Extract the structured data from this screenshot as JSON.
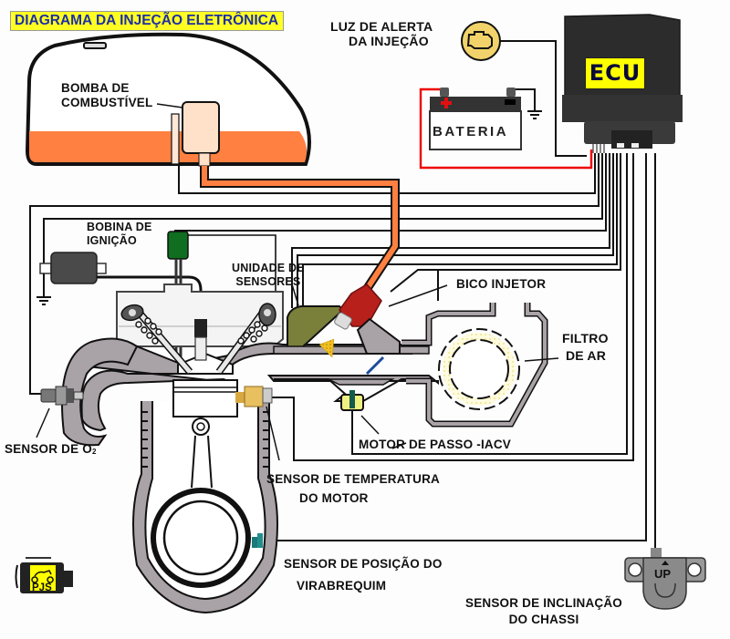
{
  "title": "DIAGRAMA DA INJEÇÃO ELETRÔNICA",
  "colors": {
    "title_bg": "#ffff22",
    "title_text": "#1d2fa6",
    "fuel": "#ff8040",
    "battery_positive_wire": "#ff0000",
    "ecu_label_bg": "#ffff00",
    "engine_gray": "#a9a2a6",
    "coil_green": "#0f6e1f",
    "injector_red": "#b8201c",
    "sensor_unit_olive": "#7a7f3a",
    "warning_light": "#f2d36b"
  },
  "labels": {
    "warning_light_line1": "LUZ DE ALERTA",
    "warning_light_line2": "DA  INJEÇÃO",
    "ecu": "ECU",
    "battery": "BATERIA",
    "fuel_pump_line1": "BOMBA DE",
    "fuel_pump_line2": "COMBUSTÍVEL",
    "ignition_coil_line1": "BOBINA DE",
    "ignition_coil_line2": "IGNIÇÃO",
    "sensor_unit_line1": "UNIDADE DE",
    "sensor_unit_line2": "SENSORES",
    "injector": "BICO INJETOR",
    "air_filter_line1": "FILTRO",
    "air_filter_line2": "DE AR",
    "o2_sensor_prefix": "SENSOR DE O",
    "o2_sensor_sub": "2",
    "stepper_motor": "MOTOR DE PASSO -IACV",
    "engine_temp_line1": "SENSOR DE  TEMPERATURA",
    "engine_temp_line2": "DO  MOTOR",
    "crank_sensor_line1": "SENSOR DE POSIÇÃO DO",
    "crank_sensor_line2": "VIRABREQUIM",
    "tilt_sensor_line1": "SENSOR DE INCLINAÇÃO",
    "tilt_sensor_line2": "DO CHASSI",
    "tilt_sensor_marking": "UP",
    "logo": "PJS"
  }
}
